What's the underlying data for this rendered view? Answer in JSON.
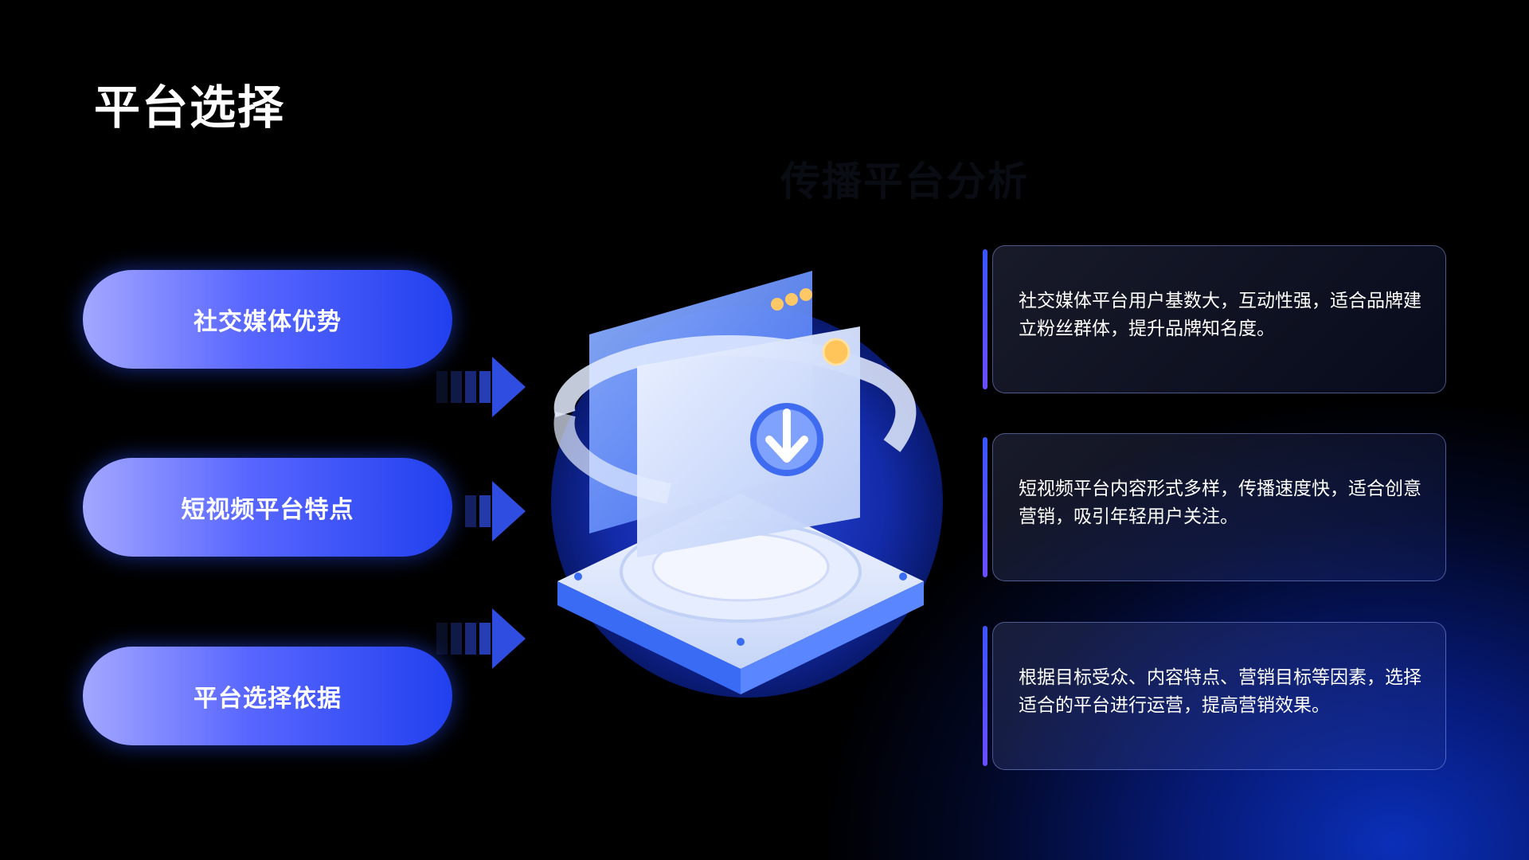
{
  "title": "平台选择",
  "background_heading": "传播平台分析",
  "pills": [
    {
      "label": "社交媒体优势"
    },
    {
      "label": "短视频平台特点"
    },
    {
      "label": "平台选择依据"
    }
  ],
  "cards": [
    {
      "text": "社交媒体平台用户基数大，互动性强，适合品牌建立粉丝群体，提升品牌知名度。"
    },
    {
      "text": "短视频平台内容形式多样，传播速度快，适合创意营销，吸引年轻用户关注。"
    },
    {
      "text": "根据目标受众、内容特点、营销目标等因素，选择适合的平台进行运营，提高营销效果。"
    }
  ],
  "colors": {
    "accent": "#2140ee",
    "pill_start": "#a3a7ff",
    "background": "#000000",
    "glow": "#0a2fb8"
  },
  "icons": [
    "download-icon",
    "arrow-right-icon"
  ]
}
